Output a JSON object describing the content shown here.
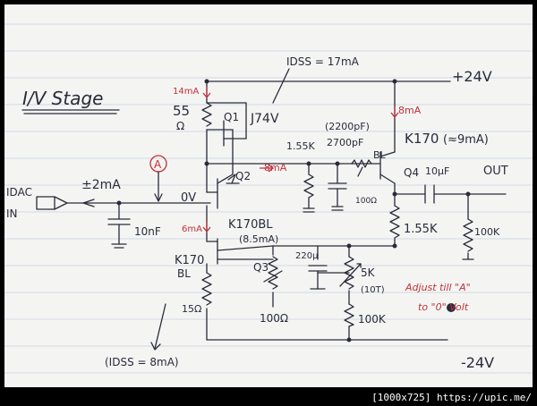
{
  "stage_title": "I/V Stage",
  "input_label_1": "IDAC",
  "input_label_2": "IN",
  "input_current": "±2mA",
  "point_a": "A",
  "zero_volt": "0V",
  "pos_rail": "+24V",
  "neg_rail": "-24V",
  "q1": {
    "name": "Q1",
    "part": "J74V",
    "current": "14mA",
    "resistor": "55",
    "resistor_unit": "Ω",
    "idss": "IDSS = 17mA"
  },
  "q2": {
    "name": "Q2",
    "current": "8mA"
  },
  "q3": {
    "name": "Q3",
    "part": "K170BL",
    "current": "6mA",
    "current_note": "(8.5mA)",
    "resistor": "100Ω"
  },
  "q4": {
    "name": "Q4",
    "part": "K170",
    "part_note": "(≈9mA)",
    "part_grade": "BL",
    "current": "8mA"
  },
  "lower_jfet": {
    "part": "K170",
    "grade": "BL",
    "resistor": "15Ω",
    "idss": "(IDSS = 8mA)"
  },
  "caps": {
    "input": "10nF",
    "bypass": "2700pF",
    "bypass_alt": "(2200pF)",
    "electrolytic": "220μ",
    "output": "10μF"
  },
  "resistors": {
    "feedback": "1.55K",
    "gate": "100Ω",
    "source": "1.55K",
    "output_load": "100K",
    "trim": "5K",
    "trim_note": "(10T)",
    "trim_series": "100K"
  },
  "output_label": "OUT",
  "adjust_note_1": "Adjust till \"A\"",
  "adjust_note_2": "to \"0\" Volt",
  "footer": "[1000x725] https://upic.me/"
}
